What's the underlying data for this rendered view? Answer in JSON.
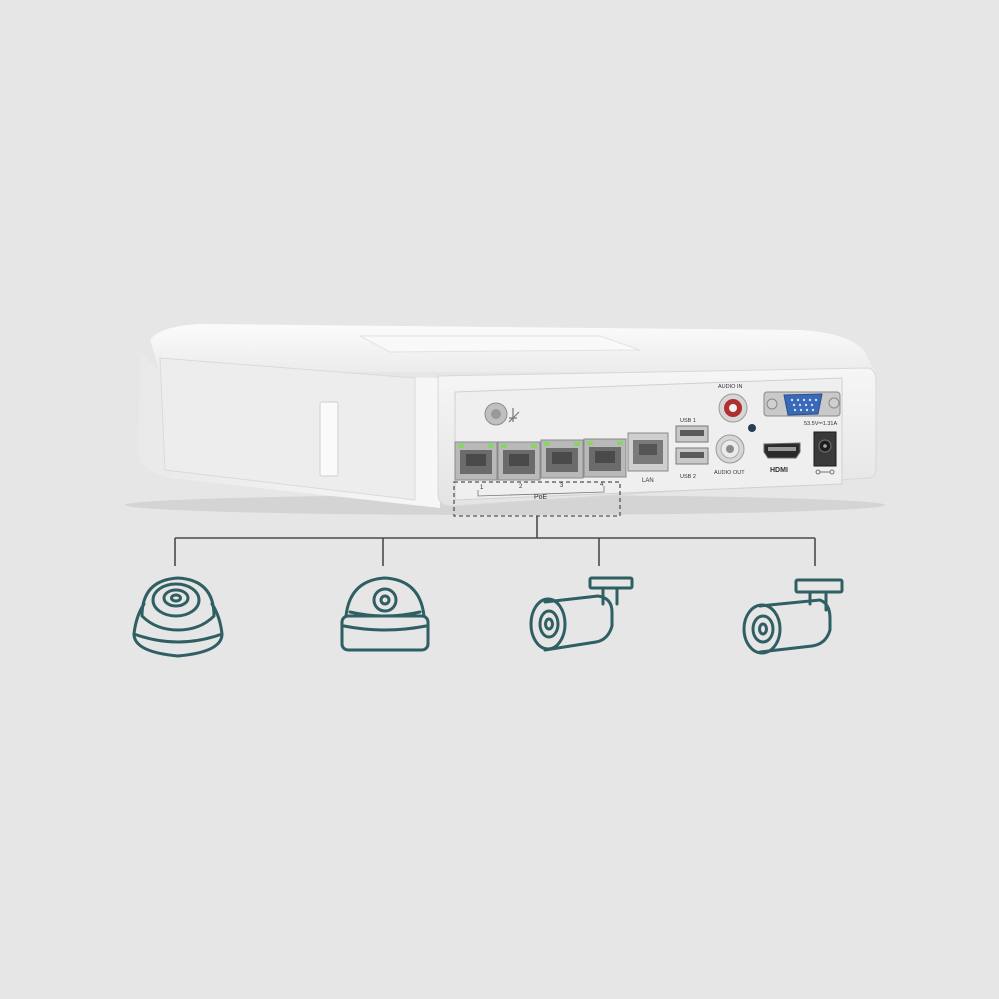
{
  "device": {
    "ports": {
      "poe_label": "PoE",
      "poe_numbers": [
        "1",
        "2",
        "3",
        "4"
      ],
      "lan_label": "LAN",
      "usb1_label": "USB 1",
      "usb2_label": "USB 2",
      "audio_in_label": "AUDIO IN",
      "audio_out_label": "AUDIO OUT",
      "hdmi_label": "HDMI",
      "power_rating": "53.5V⎓1.31A"
    }
  },
  "cameras": [
    {
      "type": "turret-camera"
    },
    {
      "type": "dome-camera"
    },
    {
      "type": "bullet-camera"
    },
    {
      "type": "bullet-camera"
    }
  ],
  "colors": {
    "background": "#e6e6e6",
    "icon_stroke": "#2f5f63",
    "connector_line": "#4a4a4a",
    "device_body": "#f4f4f4",
    "port_led": "#8bd36b",
    "vga_blue": "#3a69b8",
    "audio_in_red": "#b02f2f"
  }
}
